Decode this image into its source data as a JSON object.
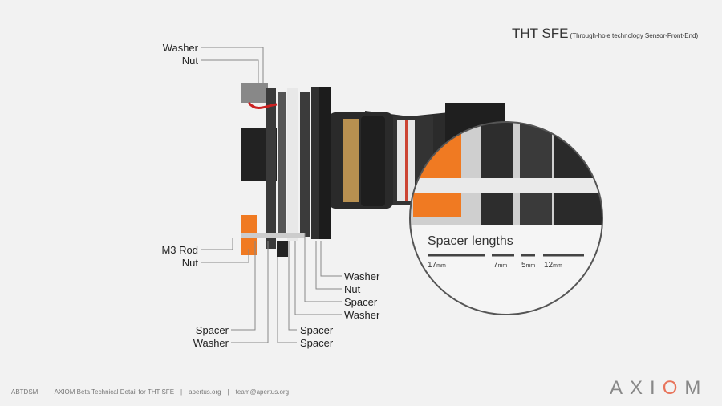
{
  "title": {
    "main": "THT SFE",
    "sub": "(Through-hole technology Sensor-Front-End)"
  },
  "labels_left_top": [
    "Washer",
    "Nut"
  ],
  "labels_left_mid": [
    "M3 Rod",
    "Nut"
  ],
  "labels_left_bottom": [
    "Spacer",
    "Washer"
  ],
  "labels_right_lower": [
    "Washer",
    "Nut",
    "Spacer",
    "Washer"
  ],
  "labels_center_bottom": [
    "Spacer",
    "Spacer"
  ],
  "inset": {
    "title": "Spacer lengths",
    "lengths": [
      {
        "value": "17",
        "unit": "mm"
      },
      {
        "value": "7",
        "unit": "mm"
      },
      {
        "value": "5",
        "unit": "mm"
      },
      {
        "value": "12",
        "unit": "mm"
      }
    ]
  },
  "footer": {
    "code": "ABTDSMI",
    "doc": "AXIOM Beta Technical Detail for THT SFE",
    "site": "apertus.org",
    "email": "team@apertus.org"
  },
  "logo": {
    "pre": "AXI",
    "o": "O",
    "post": "M"
  },
  "colors": {
    "accent": "#e8735a",
    "orange_part": "#f07a22"
  }
}
